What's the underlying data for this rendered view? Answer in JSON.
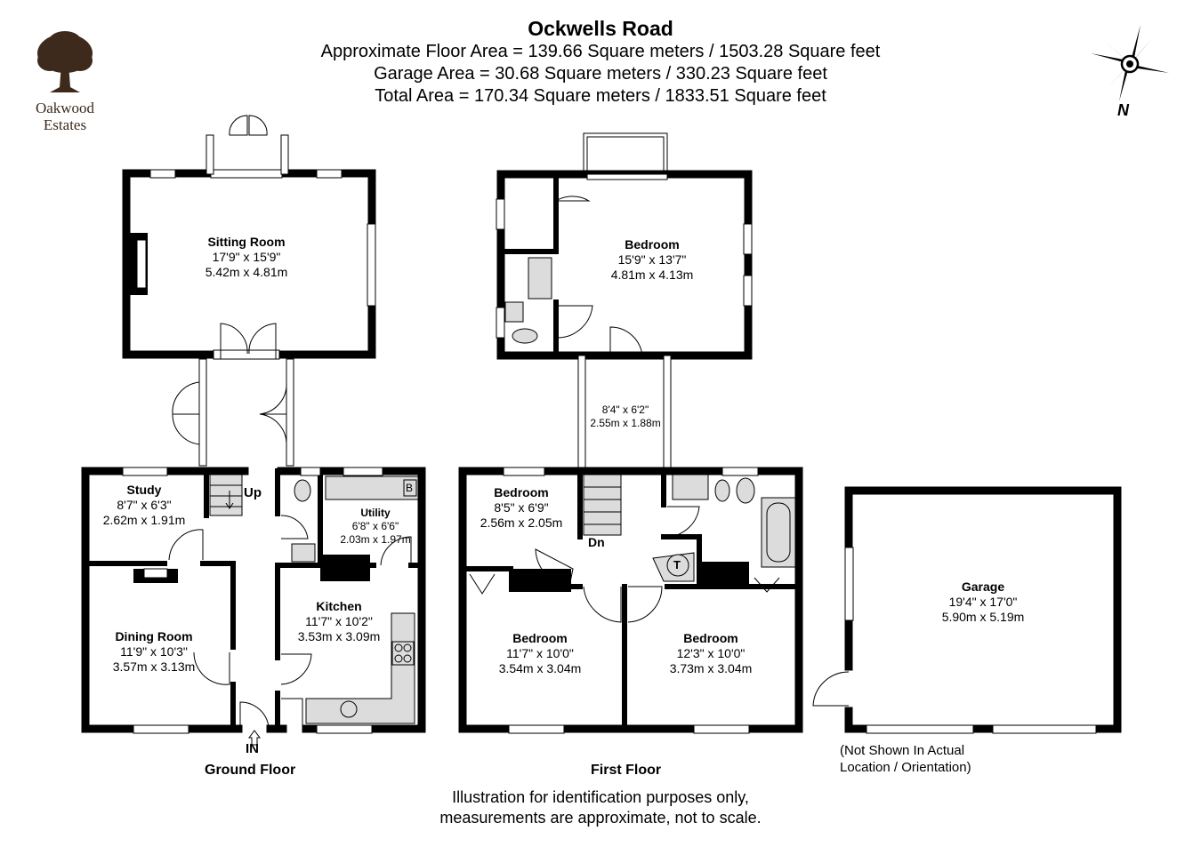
{
  "header": {
    "title": "Ockwells Road",
    "floor_area": "Approximate Floor Area = 139.66 Square meters / 1503.28 Square feet",
    "garage_area": "Garage Area = 30.68 Square meters / 330.23 Square feet",
    "total_area": "Total Area = 170.34 Square meters / 1833.51 Square feet"
  },
  "logo": {
    "line1": "Oakwood",
    "line2": "Estates",
    "icon": "oak-tree-icon",
    "color": "#3d2a1c"
  },
  "compass": {
    "label": "N"
  },
  "rooms": {
    "sitting": {
      "name": "Sitting Room",
      "imperial": "17'9\" x 15'9\"",
      "metric": "5.42m x 4.81m"
    },
    "study": {
      "name": "Study",
      "imperial": "8'7\" x 6'3\"",
      "metric": "2.62m x 1.91m"
    },
    "utility": {
      "name": "Utility",
      "imperial": "6'8\" x 6'6\"",
      "metric": "2.03m x 1.97m"
    },
    "kitchen": {
      "name": "Kitchen",
      "imperial": "11'7\" x 10'2\"",
      "metric": "3.53m x 3.09m"
    },
    "dining": {
      "name": "Dining Room",
      "imperial": "11'9\" x 10'3\"",
      "metric": "3.57m x 3.13m"
    },
    "bed_master": {
      "name": "Bedroom",
      "imperial": "15'9\" x 13'7\"",
      "metric": "4.81m x 4.13m"
    },
    "landing": {
      "imperial": "8'4\" x 6'2\"",
      "metric": "2.55m x 1.88m"
    },
    "bed_small": {
      "name": "Bedroom",
      "imperial": "8'5\" x 6'9\"",
      "metric": "2.56m x 2.05m"
    },
    "bed_left": {
      "name": "Bedroom",
      "imperial": "11'7\" x 10'0\"",
      "metric": "3.54m x 3.04m"
    },
    "bed_right": {
      "name": "Bedroom",
      "imperial": "12'3\" x 10'0\"",
      "metric": "3.73m x 3.04m"
    },
    "garage": {
      "name": "Garage",
      "imperial": "19'4\" x 17'0\"",
      "metric": "5.90m x 5.19m"
    }
  },
  "markers": {
    "up": "Up",
    "down": "Dn",
    "entrance": "IN",
    "boiler": "B",
    "tank": "T"
  },
  "captions": {
    "ground": "Ground Floor",
    "first": "First Floor"
  },
  "garage_note": {
    "line1": "(Not Shown In Actual",
    "line2": "Location / Orientation)"
  },
  "disclaimer": {
    "line1": "Illustration for identification purposes only,",
    "line2": "measurements are approximate, not to scale."
  },
  "colors": {
    "wall": "#000000",
    "fixture_fill": "#dcdcdc",
    "logo": "#3d2a1c"
  }
}
